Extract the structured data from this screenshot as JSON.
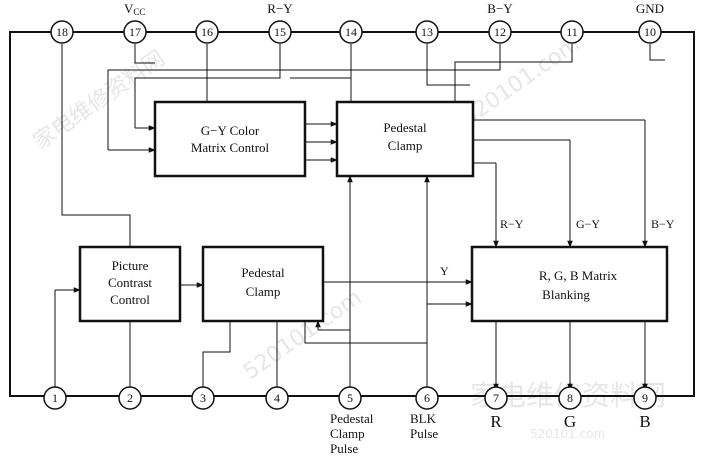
{
  "blocks": {
    "color_matrix": [
      "G−Y    Color",
      "Matrix Control"
    ],
    "pedestal_clamp_top": [
      "Pedestal",
      "Clamp"
    ],
    "picture_contrast": [
      "Picture",
      "Contrast",
      "Control"
    ],
    "pedestal_clamp_bottom": [
      "Pedestal",
      "Clamp"
    ],
    "rgb_matrix": [
      "R, G, B Matrix",
      "Blanking"
    ]
  },
  "top_pins": [
    {
      "num": "18",
      "label": ""
    },
    {
      "num": "17",
      "label": "V",
      "sub": "CC"
    },
    {
      "num": "16",
      "label": ""
    },
    {
      "num": "15",
      "label": "R−Y"
    },
    {
      "num": "14",
      "label": ""
    },
    {
      "num": "13",
      "label": ""
    },
    {
      "num": "12",
      "label": "B−Y"
    },
    {
      "num": "11",
      "label": ""
    },
    {
      "num": "10",
      "label": "GND"
    }
  ],
  "bottom_pins": [
    {
      "num": "1"
    },
    {
      "num": "2"
    },
    {
      "num": "3"
    },
    {
      "num": "4"
    },
    {
      "num": "5",
      "label_lines": [
        "Pedestal",
        "Clamp",
        "Pulse"
      ]
    },
    {
      "num": "6",
      "label_lines": [
        "BLK",
        "Pulse"
      ]
    },
    {
      "num": "7",
      "label": "R"
    },
    {
      "num": "8",
      "label": "G"
    },
    {
      "num": "9",
      "label": "B"
    }
  ],
  "signal_labels": {
    "r_y": "R−Y",
    "g_y": "G−Y",
    "b_y": "B−Y",
    "y": "Y"
  },
  "watermark": {
    "chinese": "家电维修资料网",
    "site": "www.520101.com",
    "number": "520101.com"
  }
}
